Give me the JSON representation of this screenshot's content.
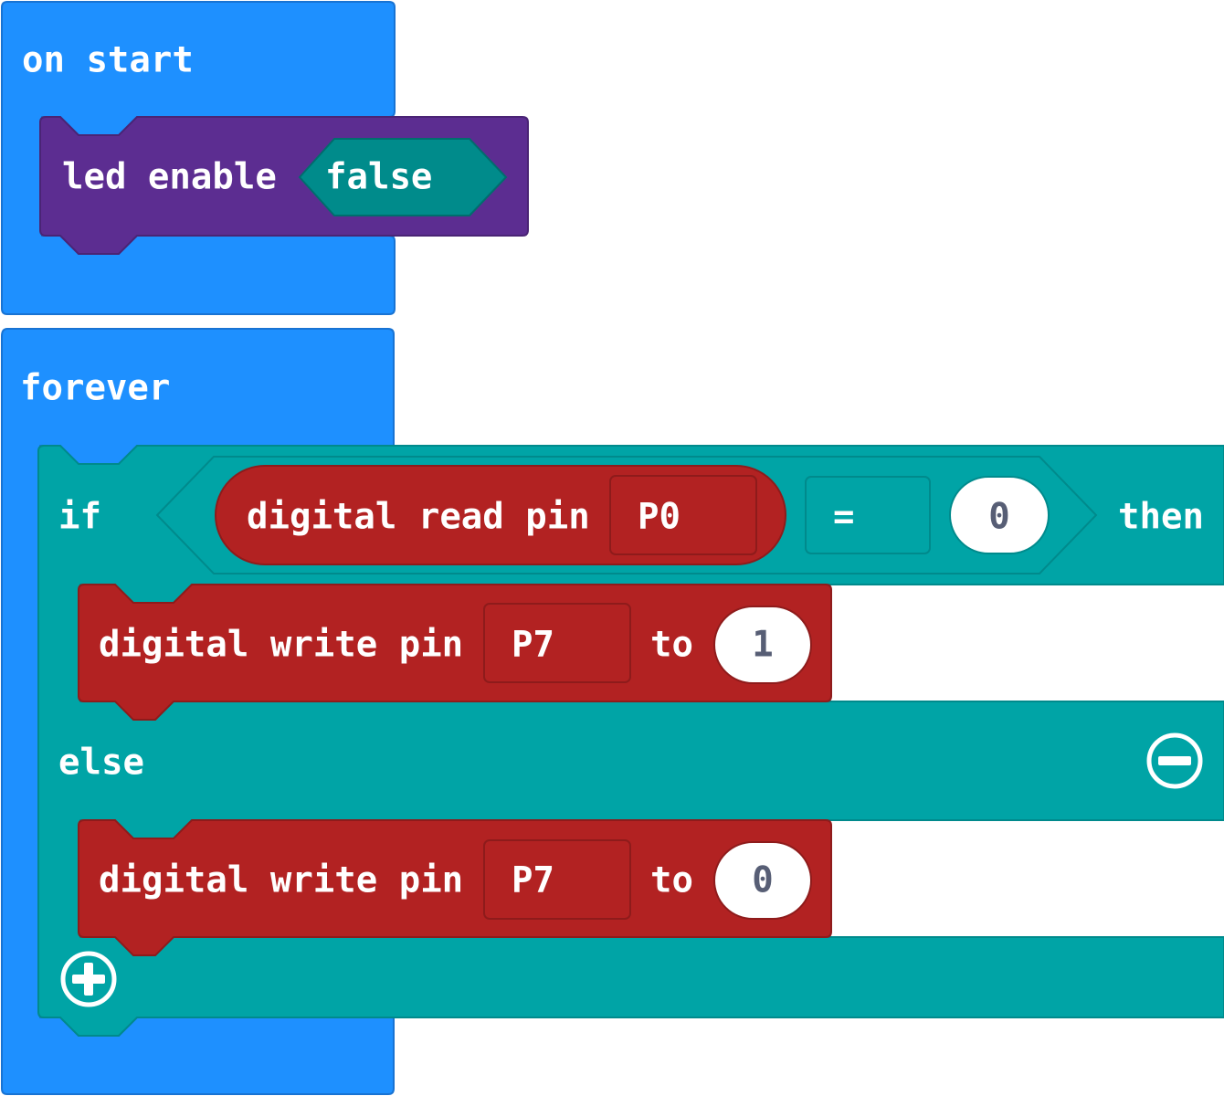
{
  "colors": {
    "events": "#1e90ff",
    "led": "#5c2d91",
    "logic": "#00a4a6",
    "pins": "#b22222",
    "oval": "#ffffff",
    "oval_text": "#575e75"
  },
  "on_start": {
    "label": "on start",
    "led_enable": {
      "label": "led enable",
      "value": "false"
    }
  },
  "forever": {
    "label": "forever",
    "if_block": {
      "if_label": "if",
      "condition": {
        "reporter_label": "digital read pin",
        "pin": "P0",
        "operator": "=",
        "compare_value": "0"
      },
      "then_label": "then",
      "then_statement": {
        "label": "digital write pin",
        "pin": "P7",
        "to_label": "to",
        "value": "1"
      },
      "else_label": "else",
      "else_statement": {
        "label": "digital write pin",
        "pin": "P7",
        "to_label": "to",
        "value": "0"
      },
      "remove_else_icon": "minus-circle-icon",
      "add_else_icon": "plus-circle-icon"
    }
  }
}
